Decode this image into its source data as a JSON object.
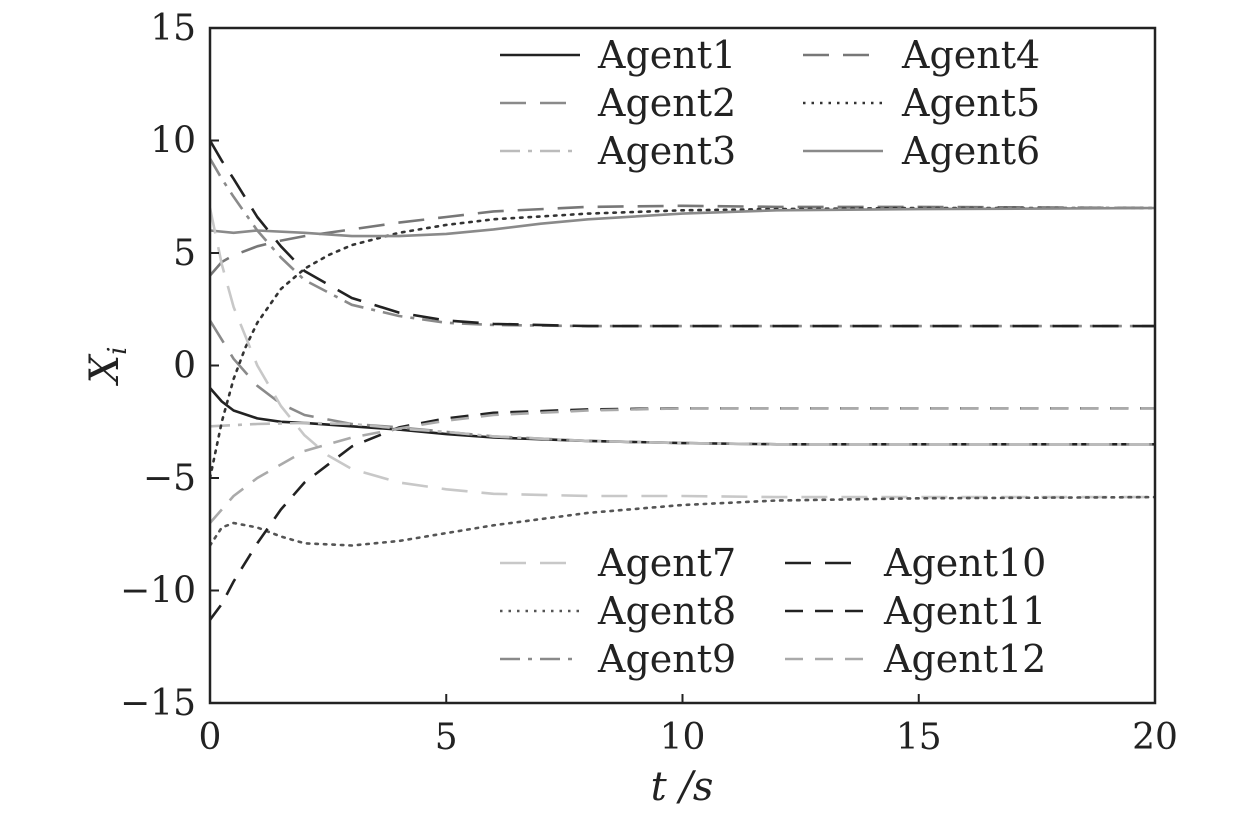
{
  "chart_data": {
    "type": "line",
    "title": "",
    "xlabel": "t /s",
    "ylabel": "X_i",
    "xlim": [
      0,
      20
    ],
    "ylim": [
      -15,
      15
    ],
    "xticks": [
      0,
      5,
      10,
      15,
      20
    ],
    "yticks": [
      -15,
      -10,
      -5,
      0,
      5,
      10,
      15
    ],
    "xtick_labels": [
      "0",
      "5",
      "10",
      "15",
      "20"
    ],
    "ytick_labels": [
      "−15",
      "−10",
      "−5",
      "0",
      "5",
      "10",
      "15"
    ],
    "grid": false,
    "legend_placement": "two legends: top-right and bottom-right, two columns each",
    "legend_groups": [
      [
        0,
        1,
        2,
        3,
        4,
        5
      ],
      [
        6,
        7,
        8,
        9,
        10,
        11
      ]
    ],
    "series": [
      {
        "name": "Agent1",
        "color": "#222222",
        "dash": "solid",
        "x": [
          0,
          0.25,
          0.5,
          1,
          1.5,
          2,
          3,
          4,
          5,
          6,
          8,
          10,
          12,
          15,
          20
        ],
        "y": [
          -1.0,
          -1.6,
          -2.0,
          -2.35,
          -2.5,
          -2.55,
          -2.7,
          -2.85,
          -3.05,
          -3.2,
          -3.35,
          -3.45,
          -3.5,
          -3.5,
          -3.5
        ]
      },
      {
        "name": "Agent2",
        "color": "#8a8a8a",
        "dash": "long",
        "x": [
          0,
          0.5,
          1,
          1.5,
          2,
          3,
          4,
          5,
          6,
          8,
          10,
          12,
          15,
          20
        ],
        "y": [
          2.0,
          0.3,
          -0.9,
          -1.7,
          -2.2,
          -2.6,
          -2.75,
          -2.95,
          -3.15,
          -3.35,
          -3.45,
          -3.5,
          -3.5,
          -3.5
        ]
      },
      {
        "name": "Agent3",
        "color": "#bbbbbb",
        "dash": "dashdot",
        "x": [
          0,
          0.5,
          1,
          2,
          3,
          4,
          5,
          6,
          8,
          10,
          12,
          15,
          20
        ],
        "y": [
          -2.7,
          -2.65,
          -2.6,
          -2.55,
          -2.6,
          -2.8,
          -2.95,
          -3.15,
          -3.35,
          -3.45,
          -3.5,
          -3.5,
          -3.5
        ]
      },
      {
        "name": "Agent4",
        "color": "#777777",
        "dash": "long",
        "x": [
          0,
          0.25,
          0.5,
          1,
          1.5,
          2,
          3,
          4,
          5,
          6,
          8,
          10,
          12,
          15,
          20
        ],
        "y": [
          4.0,
          4.6,
          4.9,
          5.3,
          5.55,
          5.75,
          6.05,
          6.35,
          6.6,
          6.85,
          7.05,
          7.1,
          7.05,
          7.05,
          7.0
        ]
      },
      {
        "name": "Agent5",
        "color": "#333333",
        "dash": "dotted",
        "x": [
          0,
          0.25,
          0.5,
          0.75,
          1,
          1.5,
          2,
          2.5,
          3,
          4,
          5,
          6,
          8,
          10,
          12,
          15,
          20
        ],
        "y": [
          -5.0,
          -2.5,
          -0.6,
          0.8,
          1.9,
          3.4,
          4.3,
          4.9,
          5.35,
          5.9,
          6.25,
          6.5,
          6.75,
          6.9,
          6.95,
          7.0,
          7.0
        ]
      },
      {
        "name": "Agent6",
        "color": "#8a8a8a",
        "dash": "solid",
        "x": [
          0,
          0.5,
          1,
          2,
          3,
          4,
          5,
          6,
          7,
          8,
          10,
          12,
          15,
          20
        ],
        "y": [
          6.0,
          5.9,
          6.0,
          5.9,
          5.75,
          5.75,
          5.85,
          6.05,
          6.3,
          6.5,
          6.75,
          6.9,
          6.95,
          7.0
        ]
      },
      {
        "name": "Agent7",
        "color": "#c8c8c8",
        "dash": "long",
        "x": [
          0,
          0.25,
          0.5,
          1,
          1.5,
          2,
          2.5,
          3,
          4,
          5,
          6,
          7,
          8,
          10,
          12,
          15,
          20
        ],
        "y": [
          7.0,
          4.5,
          2.6,
          0.0,
          -1.8,
          -3.1,
          -4.0,
          -4.6,
          -5.2,
          -5.5,
          -5.7,
          -5.75,
          -5.8,
          -5.8,
          -5.85,
          -5.85,
          -5.85
        ]
      },
      {
        "name": "Agent8",
        "color": "#555555",
        "dash": "dotted",
        "x": [
          0,
          0.25,
          0.5,
          1,
          1.5,
          2,
          3,
          4,
          5,
          6,
          8,
          10,
          12,
          15,
          20
        ],
        "y": [
          -8.0,
          -7.2,
          -7.0,
          -7.2,
          -7.6,
          -7.9,
          -8.0,
          -7.8,
          -7.45,
          -7.1,
          -6.55,
          -6.2,
          -6.0,
          -5.9,
          -5.85
        ]
      },
      {
        "name": "Agent9",
        "color": "#8a8a8a",
        "dash": "dashdot",
        "x": [
          0,
          0.25,
          0.5,
          1,
          1.5,
          2,
          3,
          4,
          5,
          6,
          8,
          10,
          12,
          15,
          20
        ],
        "y": [
          9.2,
          8.3,
          7.5,
          6.0,
          4.8,
          3.8,
          2.7,
          2.2,
          1.9,
          1.8,
          1.75,
          1.75,
          1.75,
          1.75,
          1.75
        ]
      },
      {
        "name": "Agent10",
        "color": "#222222",
        "dash": "long",
        "x": [
          0,
          0.25,
          0.5,
          1,
          1.5,
          2,
          3,
          4,
          5,
          6,
          8,
          10,
          12,
          15,
          20
        ],
        "y": [
          10.0,
          9.1,
          8.3,
          6.6,
          5.3,
          4.2,
          3.0,
          2.35,
          2.0,
          1.85,
          1.75,
          1.75,
          1.75,
          1.75,
          1.75
        ]
      },
      {
        "name": "Agent11",
        "color": "#222222",
        "dash": "medium",
        "x": [
          0,
          0.25,
          0.5,
          1,
          1.5,
          2,
          3,
          4,
          5,
          6,
          8,
          10,
          12,
          15,
          20
        ],
        "y": [
          -11.3,
          -10.6,
          -9.6,
          -7.9,
          -6.4,
          -5.2,
          -3.6,
          -2.75,
          -2.35,
          -2.1,
          -1.95,
          -1.9,
          -1.9,
          -1.9,
          -1.9
        ]
      },
      {
        "name": "Agent12",
        "color": "#aaaaaa",
        "dash": "medium",
        "x": [
          0,
          0.25,
          0.5,
          1,
          1.5,
          2,
          3,
          4,
          5,
          6,
          8,
          10,
          12,
          15,
          20
        ],
        "y": [
          -7.0,
          -6.4,
          -5.8,
          -5.0,
          -4.4,
          -3.8,
          -3.2,
          -2.8,
          -2.45,
          -2.2,
          -2.0,
          -1.9,
          -1.9,
          -1.9,
          -1.9
        ]
      }
    ]
  }
}
